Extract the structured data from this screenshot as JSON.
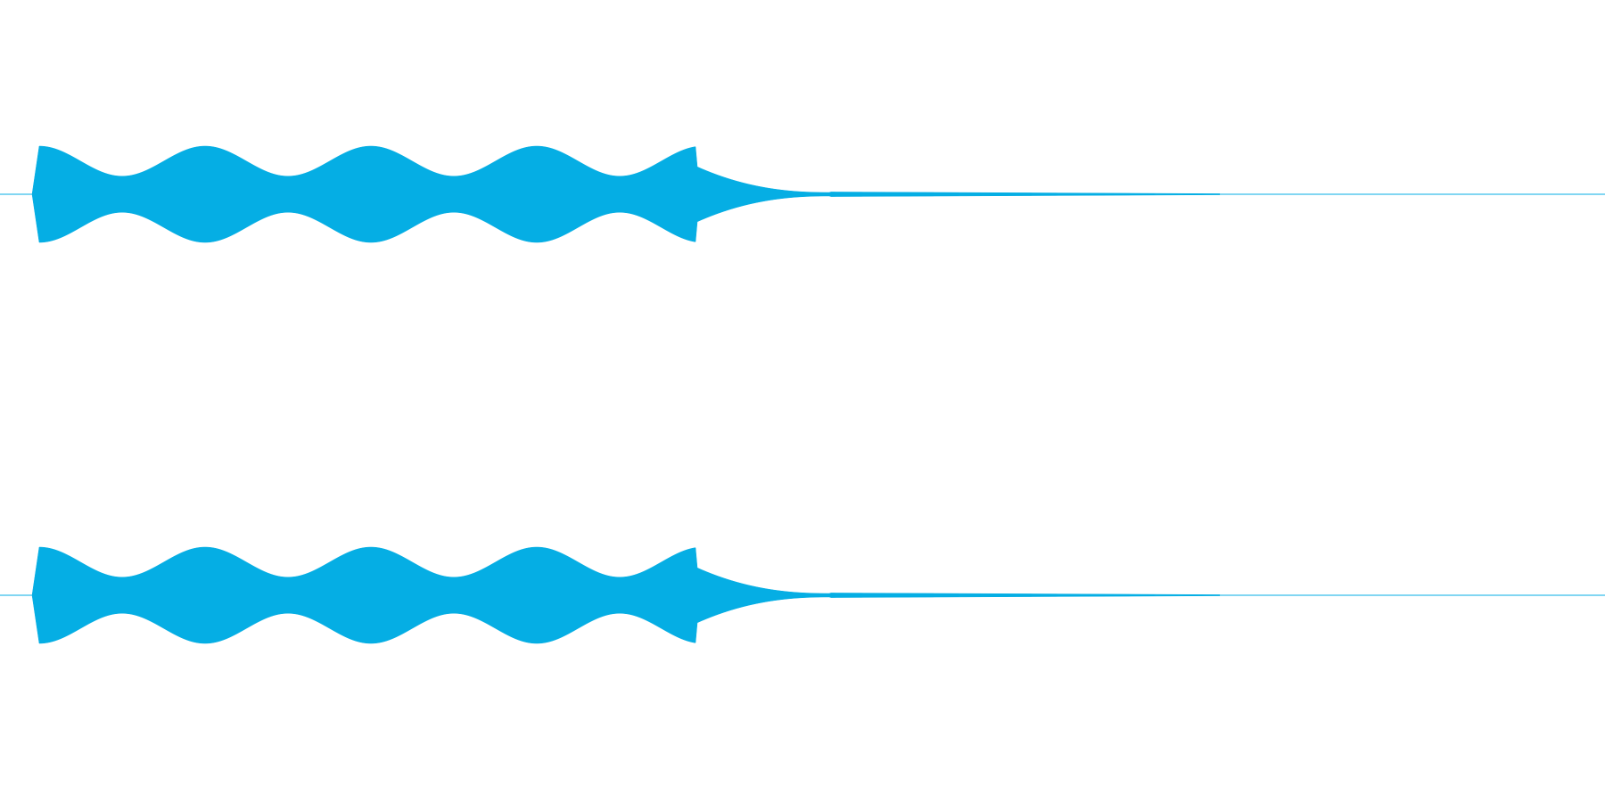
{
  "waveform": {
    "type": "audio-waveform",
    "channels": [
      {
        "name": "",
        "index": 1
      },
      {
        "name": "",
        "index": 2
      }
    ],
    "colors": {
      "background": "#ffffff",
      "waveform": "#05aee4",
      "baseline": "#05aee4"
    },
    "envelope": {
      "attack_fraction": 0.0027,
      "peak_amplitude": 0.5,
      "trough_amplitude": 0.22,
      "tremolo_cycles_visible": 4,
      "decay_start_fraction": 0.43,
      "silence_start_fraction": 0.76
    }
  }
}
